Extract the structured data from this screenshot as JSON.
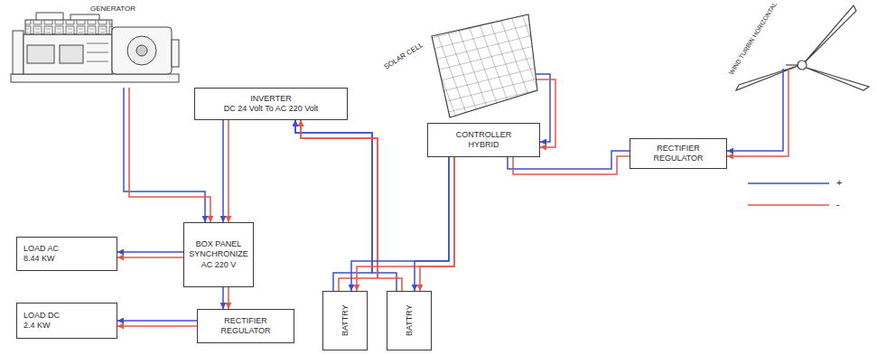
{
  "diagram": {
    "nodes": [
      {
        "text": [
          "GENERATOR"
        ]
      },
      {
        "text": [
          "INVERTER",
          "DC 24 Volt To AC 220 Volt"
        ]
      },
      {
        "text": [
          "SOLAR CELL"
        ]
      },
      {
        "text": [
          "CONTROLLER HYBRID"
        ]
      },
      {
        "text": [
          "WIND TURBIN HORIZONTAL"
        ]
      },
      {
        "text": [
          "BOX PANEL SYNCHRONIZE AC 220 V"
        ]
      },
      {
        "text": [
          "LOAD AC 8.44 KW"
        ]
      },
      {
        "text": [
          "LOAD DC 2.4 KW"
        ]
      },
      {
        "text": [
          "RECTIFIER REGULATOR"
        ]
      },
      {
        "text": [
          "BATTRY"
        ]
      },
      {
        "text": [
          "BATTRY"
        ]
      },
      {
        "text": [
          "RECTIFIER REGULATOR"
        ]
      }
    ],
    "edges": [
      {
        "from": 0,
        "to": 5,
        "arrow": "to"
      },
      {
        "from": 1,
        "to": 5,
        "arrow": "to"
      },
      {
        "from": 5,
        "to": 6,
        "arrow": "to"
      },
      {
        "from": 5,
        "to": 8,
        "arrow": "to"
      },
      {
        "from": 8,
        "to": 7,
        "arrow": "to"
      },
      {
        "from": 9,
        "to": 1,
        "arrow": "to"
      },
      {
        "from": 10,
        "to": 1,
        "arrow": "to"
      },
      {
        "from": 3,
        "to": 9,
        "arrow": "to"
      },
      {
        "from": 3,
        "to": 10,
        "arrow": "to"
      },
      {
        "from": 2,
        "to": 3,
        "arrow": "to"
      },
      {
        "from": 4,
        "to": 11,
        "arrow": "to"
      },
      {
        "from": 11,
        "to": 3,
        "arrow": "none"
      }
    ],
    "legend": [
      {
        "text": "+"
      },
      {
        "text": "-"
      }
    ]
  }
}
